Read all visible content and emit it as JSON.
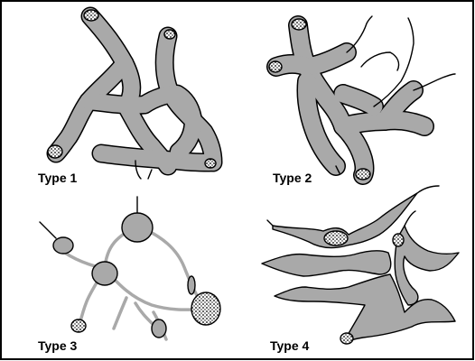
{
  "panels": [
    {
      "id": "type-1",
      "label": "Type 1"
    },
    {
      "id": "type-2",
      "label": "Type 2"
    },
    {
      "id": "type-3",
      "label": "Type 3"
    },
    {
      "id": "type-4",
      "label": "Type 4"
    }
  ],
  "colors": {
    "body_fill": "#a9a9a9",
    "outline": "#000000",
    "background": "#ffffff",
    "frame": "#000000"
  }
}
